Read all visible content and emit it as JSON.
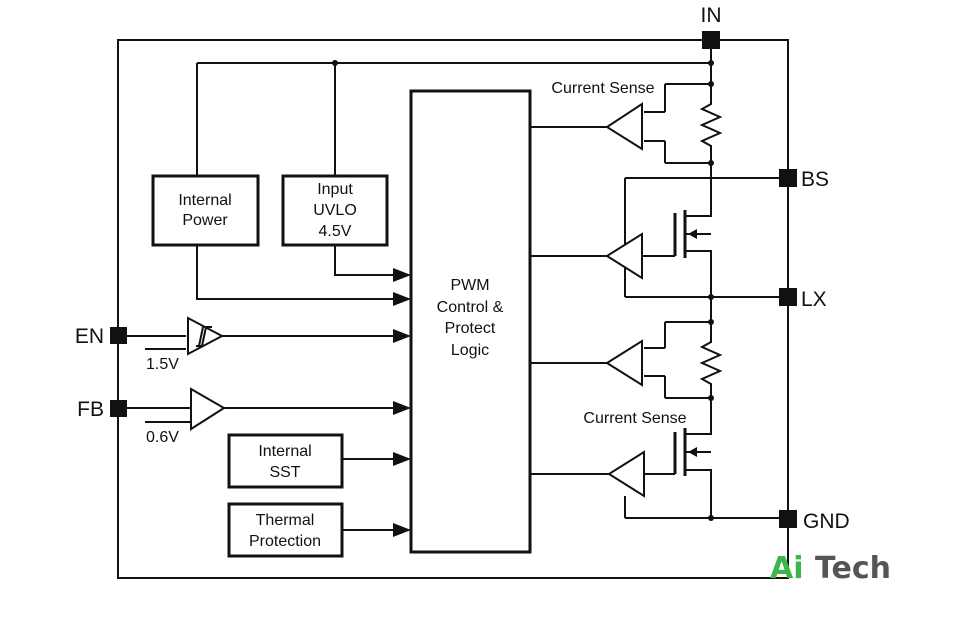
{
  "pins": {
    "in": "IN",
    "bs": "BS",
    "lx": "LX",
    "gnd": "GND",
    "en": "EN",
    "fb": "FB"
  },
  "blocks": {
    "internal_power": [
      "Internal",
      "Power"
    ],
    "input_uvlo": [
      "Input",
      "UVLO",
      "4.5V"
    ],
    "pwm": [
      "PWM",
      "Control &",
      "Protect",
      "Logic"
    ],
    "internal_sst": [
      "Internal",
      "SST"
    ],
    "thermal": [
      "Thermal",
      "Protection"
    ]
  },
  "labels": {
    "current_sense_top": "Current Sense",
    "current_sense_bottom": "Current Sense",
    "en_ref": "1.5V",
    "fb_ref": "0.6V"
  },
  "watermark": {
    "ai": "Ai",
    "tech": "Tech",
    "ai_color": "#3cb54a",
    "tech_color": "#555555"
  }
}
